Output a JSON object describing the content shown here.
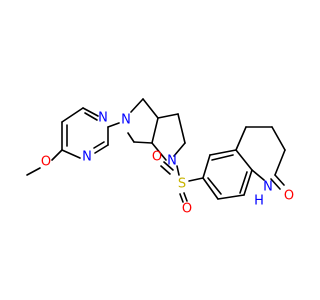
{
  "colors": {
    "background": "#ffffff",
    "bond": "#000000",
    "carbon": "#000000",
    "nitrogen": "#0000ff",
    "oxygen": "#ff0000",
    "sulfur": "#c8b400"
  },
  "atoms": [
    {
      "id": "N_pyr1",
      "label": "N",
      "element": "nitrogen"
    },
    {
      "id": "N_pyr2",
      "label": "N",
      "element": "nitrogen"
    },
    {
      "id": "O_methoxy",
      "label": "O",
      "element": "oxygen"
    },
    {
      "id": "N_bicyc1",
      "label": "N",
      "element": "nitrogen"
    },
    {
      "id": "N_bicyc2",
      "label": "N",
      "element": "nitrogen"
    },
    {
      "id": "S",
      "label": "S",
      "element": "sulfur"
    },
    {
      "id": "O_s1",
      "label": "O",
      "element": "oxygen"
    },
    {
      "id": "O_s2",
      "label": "O",
      "element": "oxygen"
    },
    {
      "id": "N_amide",
      "label": "N",
      "element": "nitrogen"
    },
    {
      "id": "H_amide",
      "label": "H",
      "element": "nitrogen"
    },
    {
      "id": "O_amide",
      "label": "O",
      "element": "oxygen"
    }
  ]
}
